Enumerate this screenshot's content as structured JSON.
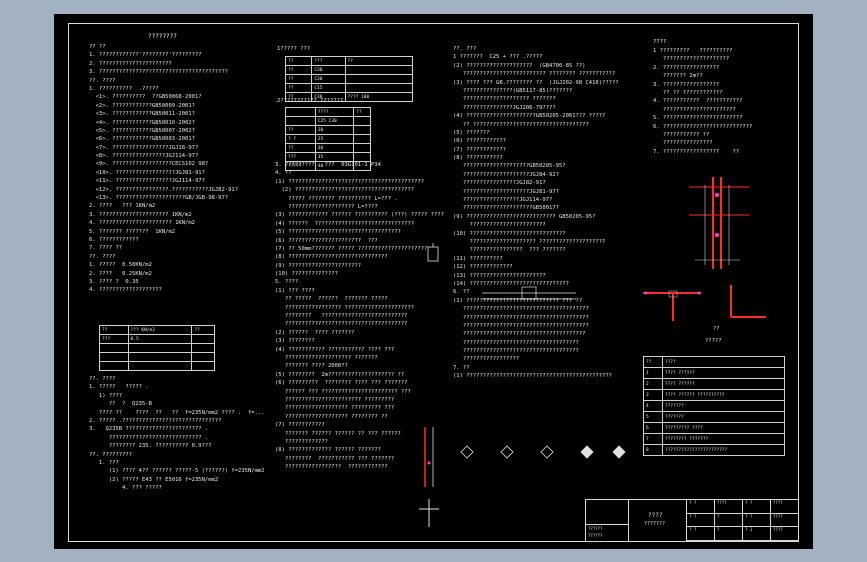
{
  "drawing": {
    "main_title": "????????",
    "col1": [
      "?? ??",
      "1. ????????????'????????'?????????",
      "2. ??????????????????????",
      "3. ???????????????????????????????????????",
      "??. ????",
      "1. ??????????  .?????",
      "  <1>. ??????????  ??GB50068-2001?",
      "  <2>. ????????????GB50009-2001?",
      "  <3>. ????????????GB50011-2001?",
      "  <4>. ????????????GB50010-2002?",
      "  <5>. ????????????GB50007-2002?",
      "  <6>. ????????????GB50003-2001?",
      "  <7>. ?????????????????JGJ18-97?",
      "  <8>. ????????????????JGJ114-97?",
      "  <9>. ??????????????????CECS102 98?",
      "  <10>. ??????????????????JGJ81-91?",
      "  <11>. ?????????????????JGJ114-97?",
      "  <12>. ????????????????.???????????JGJ82-91?",
      "  <13>. ?????????????????????GB/JGB-98-97?",
      "2. ????   ??? 1KN/m2",
      "3. ????????????????????? 1KN/m2",
      "4. ?????????????????????? 1KN/m2",
      "5. ??????? ???????  1KN/m2",
      "6. ????????????",
      "7. ???? ??",
      "??. ????",
      "1. ?????  0.50KN/m2",
      "2. ????   0.25KN/m2",
      "3. ???? ?  0.35",
      "4. ???????????????????"
    ],
    "col1_table": {
      "headers": [
        "??",
        "???  KN/m2",
        "??"
      ],
      "rows": [
        [
          "???",
          "0.5",
          ""
        ],
        [
          "",
          "",
          ""
        ],
        [
          "",
          "",
          ""
        ],
        [
          "",
          "",
          ""
        ]
      ]
    },
    "col1_lower": [
      "??. ????",
      "1. ?????   ????? .",
      "   1) ????",
      "      ??  ?  Q235-B",
      "   ???? ??    ????  ??   ??  f=235N/mm2 ???? .  f=...",
      "2. ????? .??????????????????????????????",
      "3.   Q235B ??????????????????????? .",
      "      ???????????????????????????? .",
      "      ???????? 235. ?????????? 0.9???",
      "??. ?????????",
      "   1. ???",
      "      (1) ???? 4?? ?????? ?????-5 (??????) f=235N/mm2",
      "      (2) ????? E43 ?? E5016 f=235N/mm2",
      "          4. ??? ?????"
    ],
    "col2_top": "1????? ???",
    "col2_table1": {
      "headers": [
        "??",
        "???",
        "??"
      ],
      "rows": [
        [
          "??",
          "C30",
          ""
        ],
        [
          "??",
          "C30",
          ""
        ],
        [
          "??",
          "C15",
          ""
        ],
        [
          "??",
          "C30",
          "???? 100"
        ]
      ]
    },
    "col2_mid": "2???????????.???????",
    "col2_table2": {
      "headers": [
        "",
        "????",
        "??"
      ],
      "rows": [
        [
          "",
          "C25  C30",
          ""
        ],
        [
          "??",
          "20",
          ""
        ],
        [
          "?  ?",
          "25",
          ""
        ],
        [
          "??",
          "30",
          ""
        ],
        [
          "???",
          "35",
          ""
        ],
        [
          "?????",
          "40",
          ""
        ]
      ]
    },
    "col2_text": [
      "3. ?????????   ???  03G101-1 P34",
      "4. ??",
      "(1) ?????????????????????????????????????????",
      "  (2) ????????????????????????????????????",
      "    ????? ???????? ?????????? L=??? .",
      "    ???????????????????? L=????",
      "(3) ???????????? ?????? ?????????? (???) ????? ????",
      "(4) ??????  ??????????????????????????????",
      "(5) ??????????????????????????????????",
      "(6) ??????????????????????  ???",
      "(7) ?? 50mm??????? ????? ?????????????????????",
      "(8) ??????????????????????????????",
      "(9) ??????????????????????",
      "(10) ??????????????",
      "5. ????",
      "(1) ??? ????",
      "   ?? ?????  ??????  ??????? ?????",
      "   ????????????????? ?????????????????????",
      "   ????????   ??????????????????????????",
      "   ?????????????????????????????????????",
      "(2) ??????  ???? ???????",
      "(3) ????????",
      "(4) ??????????? ??????????? ???? ???",
      "   ???????????????????? ???????",
      "   ??????? ???? 2000??",
      "(5) ????????  2m???????????????????? ??",
      "(6) ?????????  ???????? ???? ??? ???????",
      "   ?????? ??? ??????????????????????? ???",
      "   ??????????????????????? ?????????",
      "   ??????????????????? ????????? ???",
      "   ??????????????????? ???????? ??",
      "(7) ???????????",
      "   ??????? ?????? ?????? ?? ??? ??????",
      "   ?????????????",
      "(8) ????????????? ?????? ???????",
      "   ????????  ??????????? ??? ???????",
      "   ?????????????????  ????????????"
    ],
    "col3_text": [
      "??. ???",
      "1 ???????  C25 + ??? .?????",
      "(2) ????????????????????  (GB4700-85 ??)",
      "   ????????????????????????? ???????? ???????????",
      "(3) ???? ??? GB.???????? ??  (JGJ202-98 C410)?????",
      "   ???????????????(GB5117-85)???????",
      "   ???????????????????? ???????",
      "   ???????????????JGJ206-79????",
      "(4) ?????????????????????GB50205-2001??? ?????",
      "   ?? ???????????????????????????????????",
      "(5) ???????",
      "(6) ????????????",
      "(7) ????????????",
      "(8) ???????????",
      "   ????????????????????GB50205-95?",
      "   ????????????????????JGJ84-92?",
      "   ????????????????JGJ82-91?",
      "   ????????????????????JGJ81-97?",
      "   ?????????????????JGJ114-97?",
      "   ?????????????????????GB50017?",
      "(9) ??????????????????????????? GB50205-95?",
      "     ???????????????????????",
      "(10) ?????????????????????????????",
      "     ???????????????????? ????????????????????",
      "     ????????????????  ??? ???????",
      "(11) ??????????",
      "(12) ?????????????",
      "(13) ???????????????????????",
      "(14) ??????????????????????????????",
      "6. ??",
      "(1) ???????????????????????????? ??? ??",
      "   ??????????????????????????????????????",
      "   ??????????????????????????????????????",
      "   ??????????????????????????????????????",
      "   ?????????????????????????????????????",
      "   ???????????????????????????????????",
      "   ???????????????????????????????????",
      "   ?????????????????",
      "7. ??",
      "(1) ????????????????????????????????????????????"
    ],
    "col4_title": "????",
    "col4_text": [
      "1 ?????????   ??????????",
      "   ????????????????????",
      "2. ?????????????????",
      "   ??????? 2m??",
      "3. ?????????????????",
      "   ?? ?? ????????????",
      "4. ???????????  ???????????",
      "   ??????????????????????",
      "5. ????????????????????????",
      "6. ???????????????????????????",
      "   ??????????? ??",
      "   ???????????????",
      "7. ?????????????????    ??"
    ],
    "detail_label": "??",
    "detail_label2": "?????",
    "legend": {
      "headers": [
        "??",
        "????"
      ],
      "rows": [
        [
          "1",
          "????  ??????"
        ],
        [
          "2",
          "????  ??????"
        ],
        [
          "3",
          "????  ??????  ??????????"
        ],
        [
          "4",
          "???????"
        ],
        [
          "5",
          "???????"
        ],
        [
          "6",
          "????????? ????"
        ],
        [
          "7",
          "????????   ???????"
        ],
        [
          "8",
          "???????????????????????"
        ]
      ]
    },
    "title_block": {
      "name": "????",
      "subname": "???????",
      "cells": [
        "? ?",
        "????",
        "? ?",
        "????",
        "? ?",
        "?",
        "? ?",
        "????",
        "? ?",
        "?",
        "? 1",
        "????"
      ],
      "left_labels": [
        "??????",
        "??????"
      ]
    }
  }
}
